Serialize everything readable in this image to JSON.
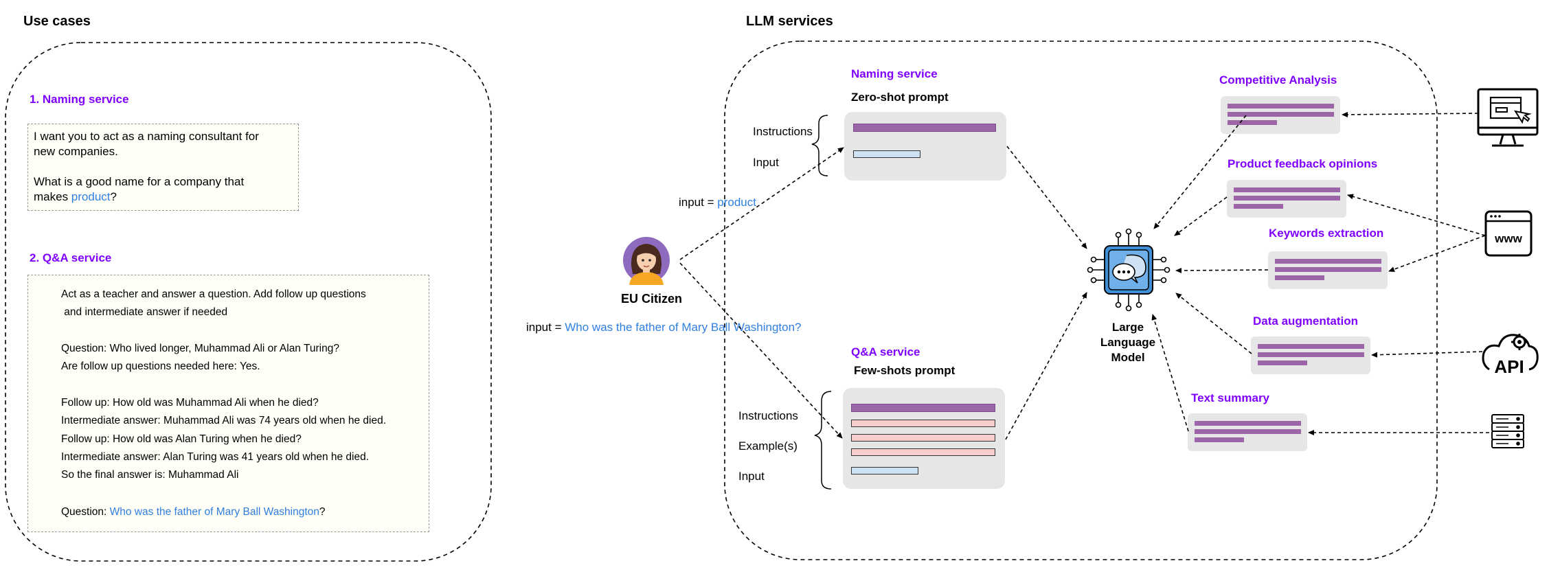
{
  "use_cases": {
    "title": "Use cases",
    "naming": {
      "title": "1. Naming service",
      "line1": "I want you to act as a naming consultant for",
      "line2": "new companies.",
      "line3": "What is a good name for a company that",
      "line4_prefix": "makes ",
      "line4_link": "product",
      "line4_suffix": "?"
    },
    "qa": {
      "title": "2. Q&A service",
      "lines": [
        "Act as a teacher and answer a question. Add follow up questions",
        " and intermediate answer if needed",
        "Question: Who lived longer, Muhammad Ali or Alan Turing?",
        "Are follow up questions needed here: Yes.",
        "Follow up: How old was Muhammad Ali when he died?",
        "Intermediate answer: Muhammad Ali was 74 years old when he died.",
        "Follow up: How old was Alan Turing when he died?",
        "Intermediate answer: Alan Turing was 41 years old when he died.",
        "So the final answer is: Muhammad Ali"
      ],
      "question_prefix": "Question: ",
      "question_link": "Who was the father of Mary Ball Washington",
      "question_suffix": "?"
    }
  },
  "middle": {
    "citizen_label": "EU Citizen",
    "input1_prefix": "input = ",
    "input1_link": "product",
    "input2_prefix": "input = ",
    "input2_link": "Who was the father of Mary Ball Washington?"
  },
  "llm_services": {
    "title": "LLM services",
    "naming": {
      "title": "Naming service",
      "subtitle": "Zero-shot prompt",
      "instructions": "Instructions",
      "input": "Input"
    },
    "qa": {
      "title": "Q&A service",
      "subtitle": "Few-shots prompt",
      "instructions": "Instructions",
      "examples": "Example(s)",
      "input": "Input"
    },
    "llm_label_1": "Large",
    "llm_label_2": "Language",
    "llm_label_3": "Model",
    "services": {
      "competitive": "Competitive Analysis",
      "feedback": "Product feedback opinions",
      "keywords": "Keywords extraction",
      "augmentation": "Data augmentation",
      "summary": "Text summary"
    }
  },
  "sources": {
    "www_label": "www",
    "api_label": "API"
  },
  "colors": {
    "accent_purple": "#7F00FF",
    "link_blue": "#2F7FE0",
    "bar_purple": "#9B65A8",
    "card_gray": "#E6E6E6",
    "input_blue": "#CFE2F3",
    "example_pink": "#F8CECC"
  }
}
